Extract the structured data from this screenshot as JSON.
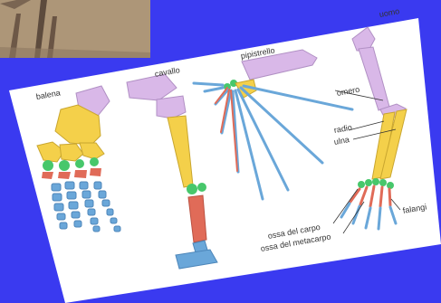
{
  "diagram": {
    "labels": {
      "whale": "balena",
      "horse": "cavallo",
      "bat": "pipistrello",
      "human": "uomo",
      "humerus": "omero",
      "radius": "radio",
      "ulna": "ulna",
      "phalanges": "falangi",
      "carpals": "ossa del carpo",
      "metacarpals": "ossa del metacarpo"
    },
    "colors": {
      "background": "#3a3af0",
      "humerus": "#d9b8e8",
      "radius_ulna": "#f4d04a",
      "carpals": "#47c76b",
      "metacarpals": "#e06b58",
      "phalanges": "#6aa7d9"
    }
  }
}
